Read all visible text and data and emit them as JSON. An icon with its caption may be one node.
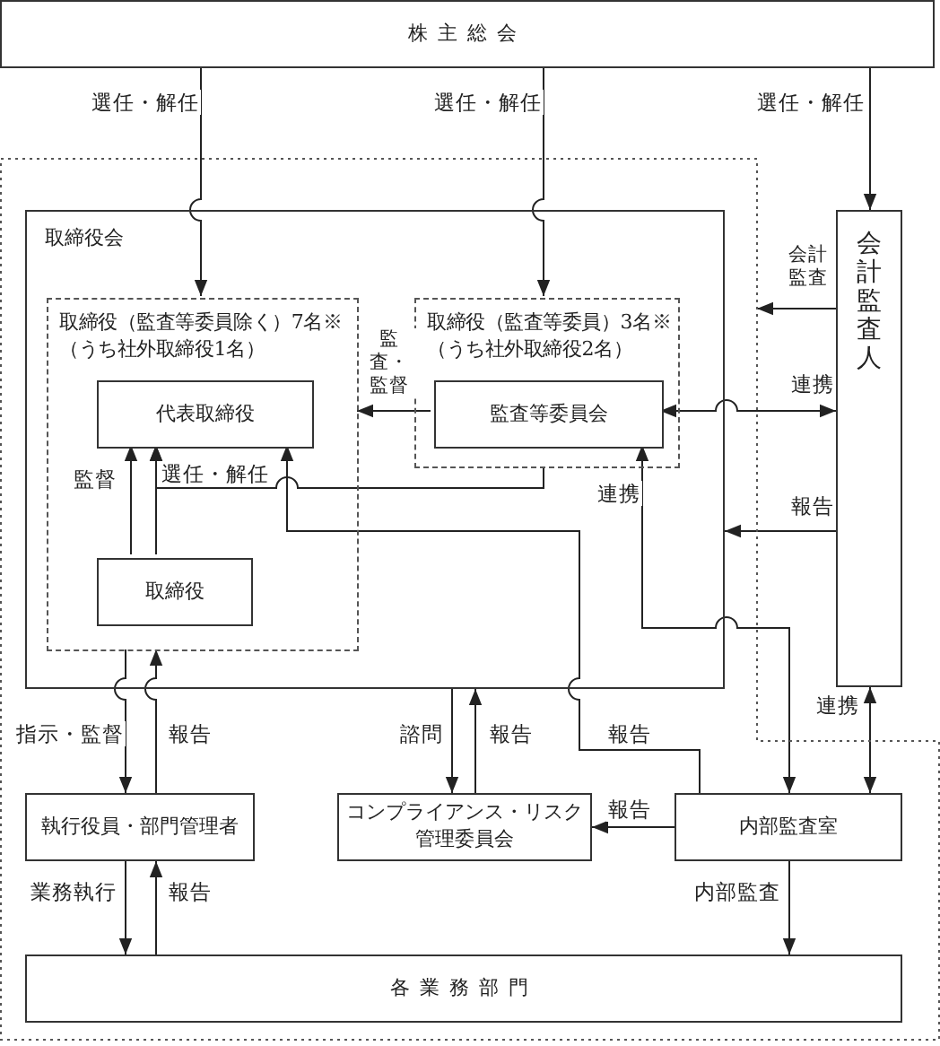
{
  "diagram": {
    "nodes": [
      {
        "text": [
          "株主総会"
        ]
      },
      {
        "text": [],
        "shape": "box"
      },
      {
        "text": [
          "取締役会"
        ],
        "in": 1
      },
      {
        "text": [
          "取締役（監査等委員除く）7名※",
          "（うち社外取締役1名）"
        ],
        "in": 2
      },
      {
        "text": [
          "代表取締役"
        ],
        "in": 3
      },
      {
        "text": [
          "取締役"
        ],
        "in": 3
      },
      {
        "text": [
          "取締役（監査等委員）3名※",
          "（うち社外取締役2名）"
        ],
        "in": 2
      },
      {
        "text": [
          "監査等委員会"
        ],
        "in": 6
      },
      {
        "text": [
          "会計監査人"
        ]
      },
      {
        "text": [
          "執行役員・部門管理者"
        ],
        "in": 1
      },
      {
        "text": [
          "コンプライアンス・リスク管理委員会"
        ],
        "in": 1
      },
      {
        "text": [
          "内部監査室"
        ],
        "in": 1
      },
      {
        "text": [
          "各業務部門"
        ],
        "in": 1
      }
    ],
    "edges": [
      {
        "from": 0,
        "to": 3,
        "arrow": "to",
        "label": "選任・解任"
      },
      {
        "from": 0,
        "to": 6,
        "arrow": "to",
        "label": "選任・解任"
      },
      {
        "from": 0,
        "to": 8,
        "arrow": "to",
        "label": "選任・解任"
      },
      {
        "from": 8,
        "to": 1,
        "arrow": "to",
        "label": "会計監査"
      },
      {
        "from": 7,
        "to": 3,
        "arrow": "to",
        "label": "監査・監督"
      },
      {
        "from": 7,
        "to": 8,
        "arrow": "both",
        "label": "連携"
      },
      {
        "from": 8,
        "to": 2,
        "arrow": "to",
        "label": "報告"
      },
      {
        "from": 5,
        "to": 4,
        "arrow": "to",
        "label": "監督"
      },
      {
        "from": 5,
        "to": 4,
        "arrow": "to"
      },
      {
        "from": 6,
        "to": 4,
        "arrow": "to",
        "label": "選任・解任"
      },
      {
        "from": 11,
        "to": 4,
        "arrow": "to",
        "label": "報告"
      },
      {
        "from": 7,
        "to": 11,
        "arrow": "both",
        "label": "連携"
      },
      {
        "from": 8,
        "to": 11,
        "arrow": "both",
        "label": "連携"
      },
      {
        "from": 3,
        "to": 9,
        "arrow": "to",
        "label": "指示・監督"
      },
      {
        "from": 9,
        "to": 3,
        "arrow": "to",
        "label": "報告"
      },
      {
        "from": 2,
        "to": 10,
        "arrow": "to",
        "label": "諮問"
      },
      {
        "from": 10,
        "to": 2,
        "arrow": "to",
        "label": "報告"
      },
      {
        "from": 11,
        "to": 10,
        "arrow": "to",
        "label": "報告"
      },
      {
        "from": 9,
        "to": 12,
        "arrow": "to",
        "label": "業務執行"
      },
      {
        "from": 12,
        "to": 9,
        "arrow": "to",
        "label": "報告"
      },
      {
        "from": 11,
        "to": 12,
        "arrow": "to",
        "label": "内部監査"
      }
    ]
  }
}
